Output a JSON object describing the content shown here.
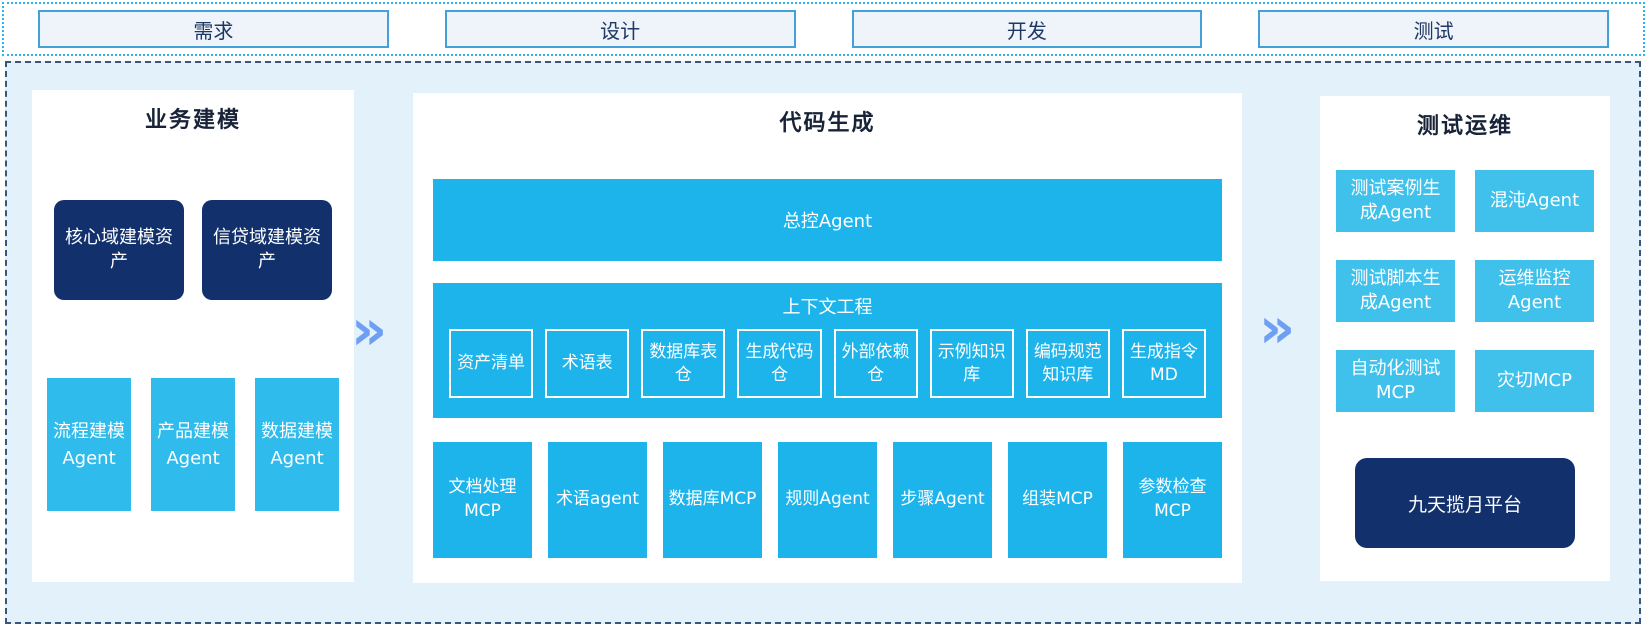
{
  "phases": [
    {
      "label": "需求"
    },
    {
      "label": "设计"
    },
    {
      "label": "开发"
    },
    {
      "label": "测试"
    }
  ],
  "arrows": {
    "glyph": "»"
  },
  "colors": {
    "cyan_main": "#1db4ec",
    "cyan_light": "#3fc1ec",
    "navy": "#12306b",
    "chevron_blue": "#6f9ff2",
    "band_border_dotted": "#29b6e9",
    "main_border_dashed": "#3a567c",
    "main_background": "#e3f1fb",
    "phase_box_background": "#eef4f9",
    "phase_box_border": "#42a1d8",
    "phase_text": "#1f3864"
  },
  "sections": {
    "business_modeling": {
      "title": "业务建模",
      "asset_boxes": [
        {
          "label": "核心域建模资产"
        },
        {
          "label": "信贷域建模资产"
        }
      ],
      "agent_boxes": [
        {
          "label": "流程建模Agent"
        },
        {
          "label": "产品建模Agent"
        },
        {
          "label": "数据建模Agent"
        }
      ]
    },
    "code_generation": {
      "title": "代码生成",
      "master_agent": "总控Agent",
      "context_engineering": {
        "title": "上下文工程",
        "items": [
          {
            "label": "资产清单"
          },
          {
            "label": "术语表"
          },
          {
            "label": "数据库表仓"
          },
          {
            "label": "生成代码仓"
          },
          {
            "label": "外部依赖仓"
          },
          {
            "label": "示例知识库"
          },
          {
            "label": "编码规范知识库"
          },
          {
            "label": "生成指令MD"
          }
        ]
      },
      "tool_boxes": [
        {
          "label": "文档处理MCP"
        },
        {
          "label": "术语agent"
        },
        {
          "label": "数据库MCP"
        },
        {
          "label": "规则Agent"
        },
        {
          "label": "步骤Agent"
        },
        {
          "label": "组装MCP"
        },
        {
          "label": "参数检查MCP"
        }
      ]
    },
    "test_ops": {
      "title": "测试运维",
      "boxes": [
        {
          "label": "测试案例生成Agent"
        },
        {
          "label": "混沌Agent"
        },
        {
          "label": "测试脚本生成Agent"
        },
        {
          "label": "运维监控Agent"
        },
        {
          "label": "自动化测试MCP"
        },
        {
          "label": "灾切MCP"
        }
      ],
      "platform": "九天揽月平台"
    }
  }
}
